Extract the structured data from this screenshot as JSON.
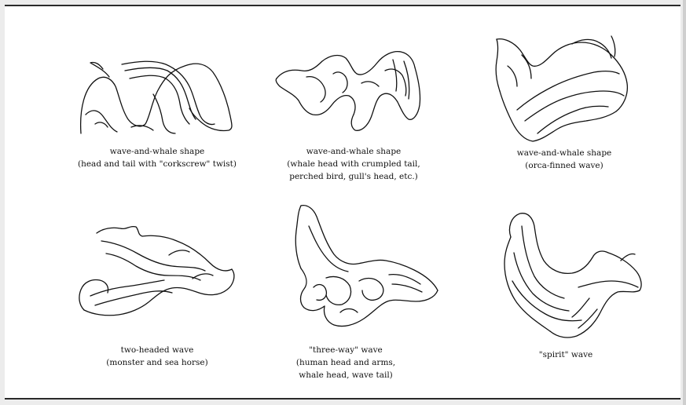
{
  "figures": [
    {
      "line1": "wave-and-whale shape",
      "line2": "(head and tail with \"corkscrew\" twist)",
      "line3": "",
      "icon": "corkscrew-wave-whale-drawing"
    },
    {
      "line1": "wave-and-whale shape",
      "line2": "(whale head with crumpled tail,",
      "line3": "perched bird, gull's head, etc.)",
      "icon": "crumpled-tail-whale-drawing"
    },
    {
      "line1": "wave-and-whale shape",
      "line2": "(orca-finned wave)",
      "line3": "",
      "icon": "orca-finned-wave-drawing"
    },
    {
      "line1": "two-headed wave",
      "line2": "(monster and sea horse)",
      "line3": "",
      "icon": "two-headed-wave-drawing"
    },
    {
      "line1": "\"three-way\" wave",
      "line2": "(human head and arms,",
      "line3": "whale head, wave tail)",
      "icon": "three-way-wave-drawing"
    },
    {
      "line1": "\"spirit\" wave",
      "line2": "",
      "line3": "",
      "icon": "spirit-wave-drawing"
    }
  ]
}
